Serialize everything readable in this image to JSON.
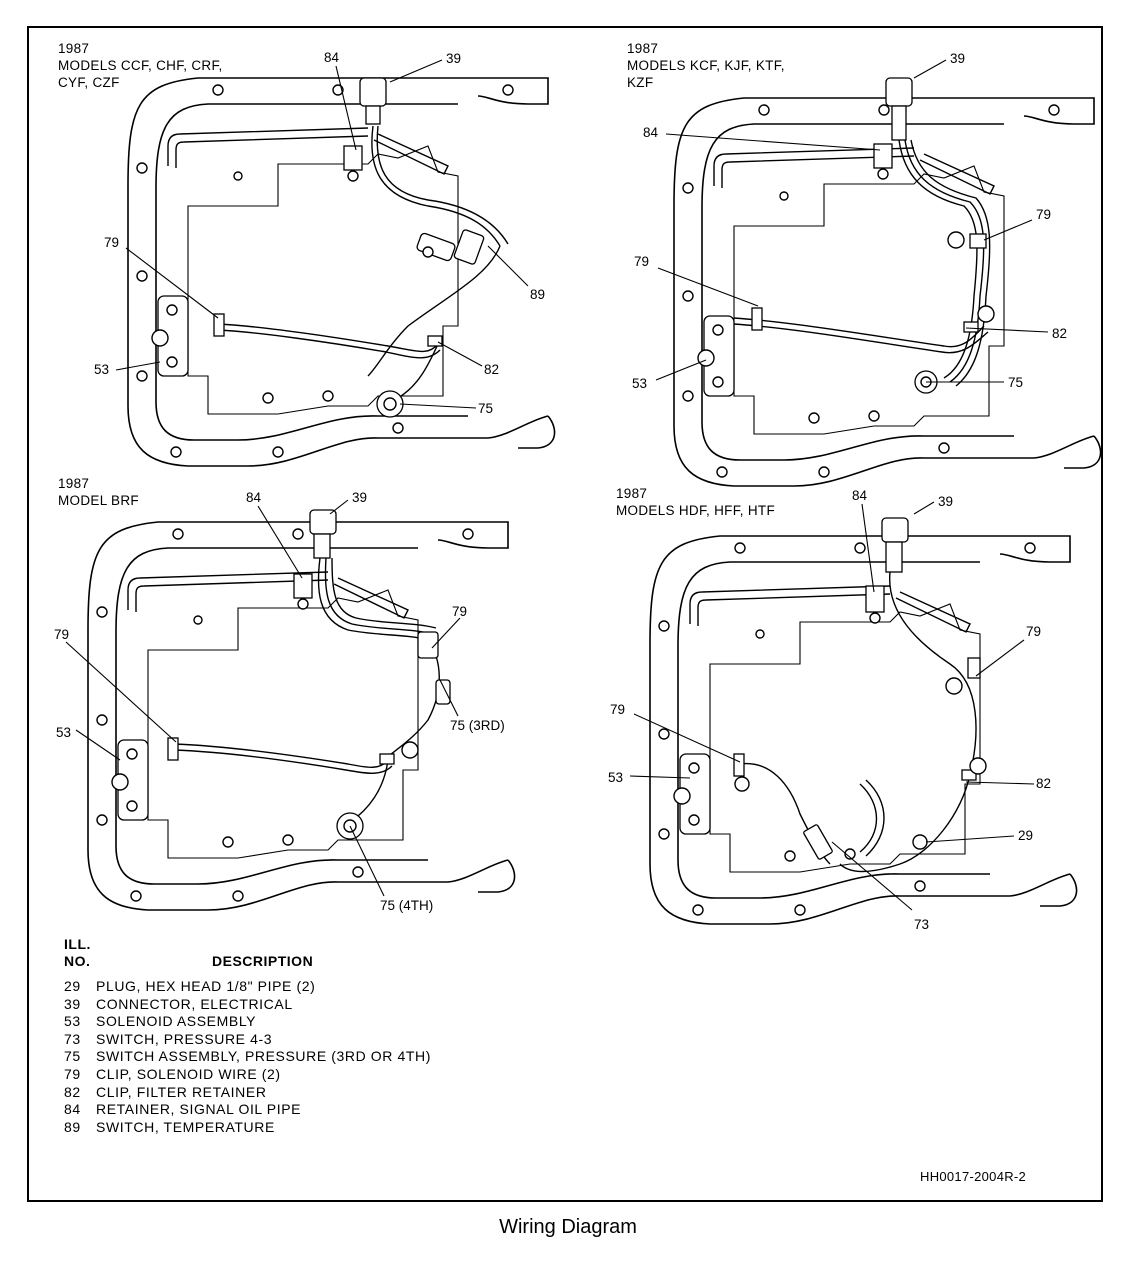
{
  "panels": [
    {
      "year": "1987",
      "models": [
        "MODELS CCF, CHF, CRF,",
        "CYF, CZF"
      ],
      "callouts": {
        "c39": "39",
        "c84": "84",
        "c79": "79",
        "c89": "89",
        "c53": "53",
        "c82": "82",
        "c75": "75"
      }
    },
    {
      "year": "1987",
      "models": [
        "MODELS KCF, KJF, KTF,",
        "KZF"
      ],
      "callouts": {
        "c39": "39",
        "c84": "84",
        "c79a": "79",
        "c79b": "79",
        "c82": "82",
        "c53": "53",
        "c75": "75"
      }
    },
    {
      "year": "1987",
      "models": [
        "MODEL BRF"
      ],
      "callouts": {
        "c84": "84",
        "c39": "39",
        "c79a": "79",
        "c79b": "79",
        "c53": "53",
        "c75a": "75 (3RD)",
        "c75b": "75 (4TH)"
      }
    },
    {
      "year": "1987",
      "models": [
        "MODELS HDF, HFF, HTF"
      ],
      "callouts": {
        "c84": "84",
        "c39": "39",
        "c79a": "79",
        "c79b": "79",
        "c53": "53",
        "c82": "82",
        "c29": "29",
        "c73": "73"
      }
    }
  ],
  "legend": {
    "header_ill": "ILL.",
    "header_no": "NO.",
    "header_desc": "DESCRIPTION",
    "items": [
      {
        "no": "29",
        "desc": "PLUG, HEX HEAD 1/8\" PIPE (2)"
      },
      {
        "no": "39",
        "desc": "CONNECTOR, ELECTRICAL"
      },
      {
        "no": "53",
        "desc": "SOLENOID ASSEMBLY"
      },
      {
        "no": "73",
        "desc": "SWITCH, PRESSURE 4-3"
      },
      {
        "no": "75",
        "desc": "SWITCH ASSEMBLY, PRESSURE (3RD OR 4TH)"
      },
      {
        "no": "79",
        "desc": "CLIP, SOLENOID WIRE (2)"
      },
      {
        "no": "82",
        "desc": "CLIP, FILTER RETAINER"
      },
      {
        "no": "84",
        "desc": "RETAINER, SIGNAL OIL PIPE"
      },
      {
        "no": "89",
        "desc": "SWITCH, TEMPERATURE"
      }
    ]
  },
  "reference_code": "HH0017-2004R-2",
  "caption": "Wiring Diagram"
}
